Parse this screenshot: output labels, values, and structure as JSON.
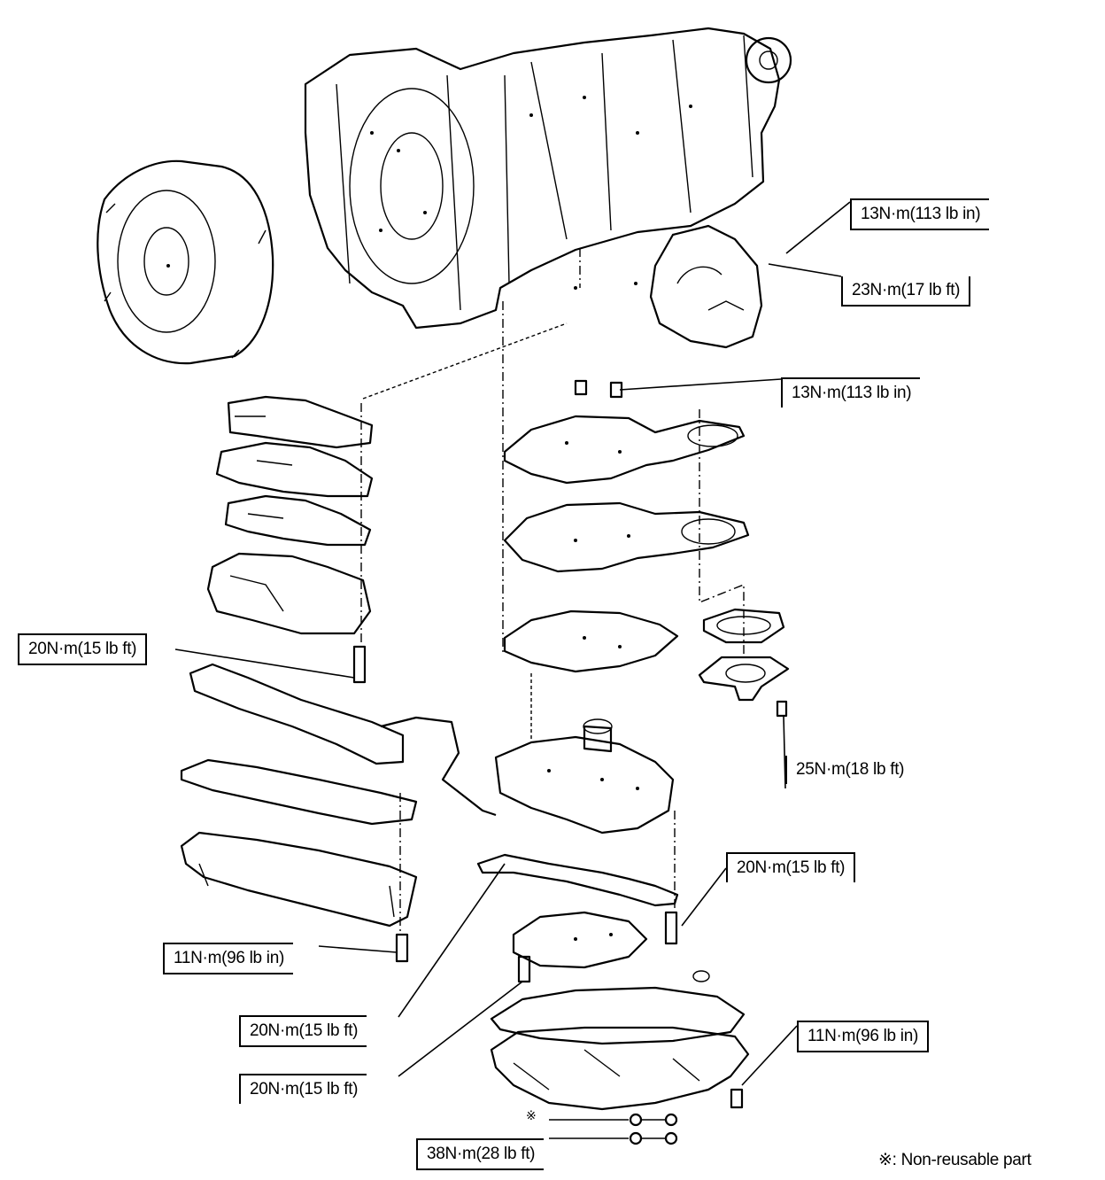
{
  "torque_labels": [
    {
      "id": "t1",
      "text": "13N·m(113 lb in)"
    },
    {
      "id": "t2",
      "text": "23N·m(17 lb ft)"
    },
    {
      "id": "t3",
      "text": "13N·m(113 lb in)"
    },
    {
      "id": "t4",
      "text": "20N·m(15 lb ft)"
    },
    {
      "id": "t5",
      "text": "25N·m(18 lb ft)"
    },
    {
      "id": "t6",
      "text": "20N·m(15 lb ft)"
    },
    {
      "id": "t7",
      "text": "11N·m(96 lb in)"
    },
    {
      "id": "t8",
      "text": "20N·m(15 lb ft)"
    },
    {
      "id": "t9",
      "text": "11N·m(96 lb in)"
    },
    {
      "id": "t10",
      "text": "20N·m(15 lb ft)"
    },
    {
      "id": "t11",
      "text": "38N·m(28 lb ft)"
    }
  ],
  "legend": {
    "symbol": "※",
    "text": "※: Non-reusable part"
  },
  "mark_symbol": "※"
}
